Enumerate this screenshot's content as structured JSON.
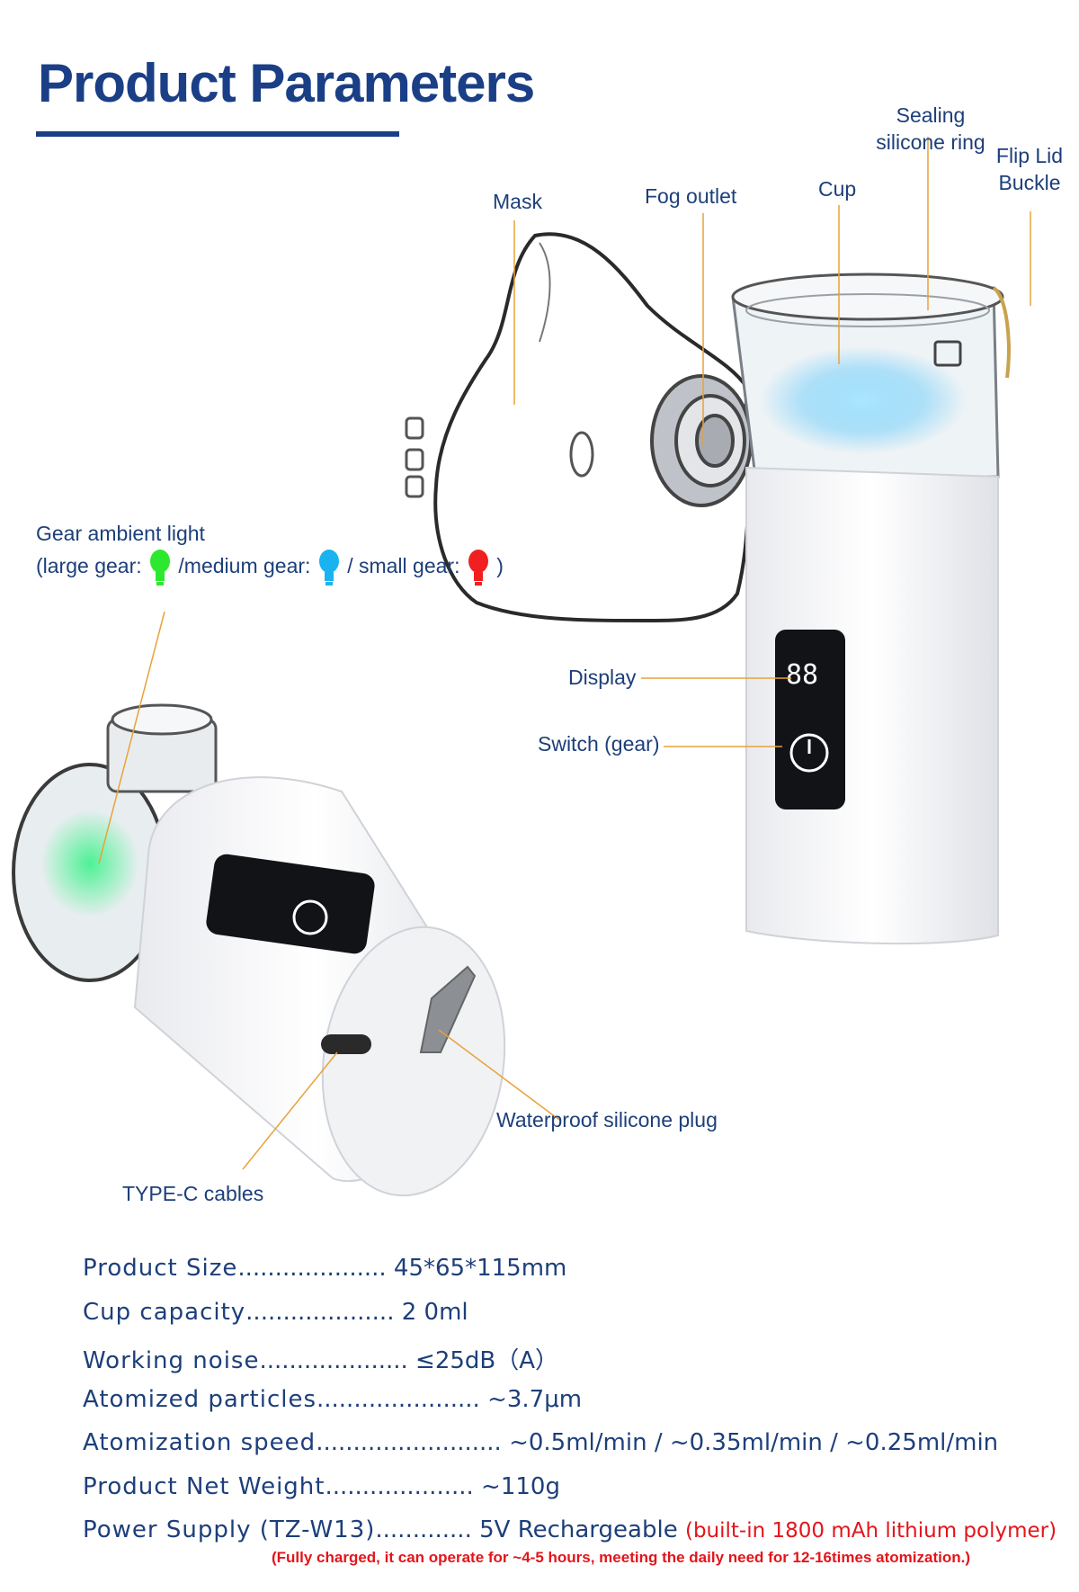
{
  "header": {
    "title": "Product Parameters"
  },
  "callouts": {
    "mask": "Mask",
    "fog_outlet": "Fog outlet",
    "cup": "Cup",
    "sealing_ring_line1": "Sealing",
    "sealing_ring_line2": "silicone ring",
    "flip_lid_line1": "Flip Lid",
    "flip_lid_line2": "Buckle",
    "gear_light": "Gear ambient light",
    "gear_large": "(large gear:",
    "gear_medium": "/medium gear:",
    "gear_small": "/ small gear:",
    "gear_close": ")",
    "display": "Display",
    "switch": "Switch (gear)",
    "waterproof_plug": "Waterproof silicone plug",
    "type_c": "TYPE-C cables"
  },
  "device": {
    "display_readout": "88"
  },
  "colors": {
    "green_bulb": "#2ee830",
    "blue_bulb": "#1ab3f0",
    "red_bulb": "#f02020",
    "accent": "#1a3f86",
    "leader": "#e8a23a"
  },
  "specs": [
    {
      "key": "Product Size",
      "dots": "....................",
      "value": "45*65*115mm"
    },
    {
      "key": "Cup capacity",
      "dots": "....................",
      "value": "2 0ml"
    },
    {
      "key": "Working noise",
      "dots": "....................",
      "value": "≤25dB（A）"
    },
    {
      "key": "Atomized particles",
      "dots": "......................",
      "value": "~3.7μm"
    },
    {
      "key": "Atomization speed",
      "dots": ".........................",
      "value": "~0.5ml/min  /  ~0.35ml/min  / ~0.25ml/min"
    },
    {
      "key": "Product Net Weight",
      "dots": "....................",
      "value": "~110g"
    },
    {
      "key": "Power Supply (TZ-W13)",
      "dots": ".............",
      "value": "5V Rechargeable",
      "extra": "(built-in 1800 mAh lithium polymer)"
    }
  ],
  "note": "(Fully charged, it can operate for ~4-5 hours, meeting the daily need for 12-16times atomization.)"
}
